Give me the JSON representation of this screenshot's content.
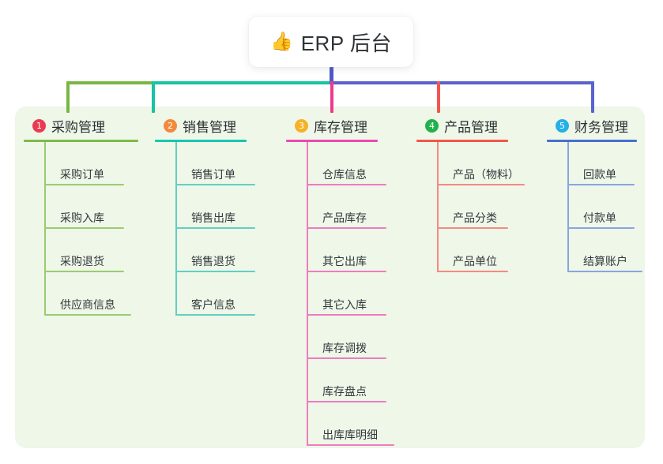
{
  "root": {
    "emoji": "👍",
    "emoji_name": "thumbs-up-emoji",
    "title": "ERP 后台"
  },
  "theme": {
    "panel_bg": "#eef7e8",
    "card_bg": "#ffffff",
    "title_color": "#2f3337",
    "stem_color": "#4f58c4"
  },
  "connector": {
    "segments": [
      {
        "name": "bar-green",
        "color": "#79b744"
      },
      {
        "name": "bar-teal",
        "color": "#17c3a2"
      },
      {
        "name": "bar-blue",
        "color": "#5b62cf"
      }
    ],
    "drops": [
      {
        "name": "drop-green",
        "color": "#79b744"
      },
      {
        "name": "drop-teal",
        "color": "#17c3a2"
      },
      {
        "name": "drop-pink",
        "color": "#ef3a8a"
      },
      {
        "name": "drop-red",
        "color": "#f1574f"
      },
      {
        "name": "drop-blue",
        "color": "#5b62cf"
      }
    ]
  },
  "columns": [
    {
      "number": "1",
      "title": "采购管理",
      "badge_color": "#ea3b52",
      "rule_color": "#7cbb4a",
      "line_color": "#9ccb72",
      "items": [
        "采购订单",
        "采购入库",
        "采购退货",
        "供应商信息"
      ]
    },
    {
      "number": "2",
      "title": "销售管理",
      "badge_color": "#f3893c",
      "rule_color": "#19c6b0",
      "line_color": "#62cfc2",
      "items": [
        "销售订单",
        "销售出库",
        "销售退货",
        "客户信息"
      ]
    },
    {
      "number": "3",
      "title": "库存管理",
      "badge_color": "#f5b227",
      "rule_color": "#ec4bb0",
      "line_color": "#ef7bc0",
      "items": [
        "仓库信息",
        "产品库存",
        "其它出库",
        "其它入库",
        "库存调拨",
        "库存盘点",
        "出库库明细"
      ]
    },
    {
      "number": "4",
      "title": "产品管理",
      "badge_color": "#22b14c",
      "rule_color": "#f2574c",
      "line_color": "#f58a82",
      "items": [
        "产品（物料）",
        "产品分类",
        "产品单位"
      ]
    },
    {
      "number": "5",
      "title": "财务管理",
      "badge_color": "#24b0e8",
      "rule_color": "#4a6fd0",
      "line_color": "#8ba4e0",
      "items": [
        "回款单",
        "付款单",
        "结算账户"
      ]
    }
  ]
}
